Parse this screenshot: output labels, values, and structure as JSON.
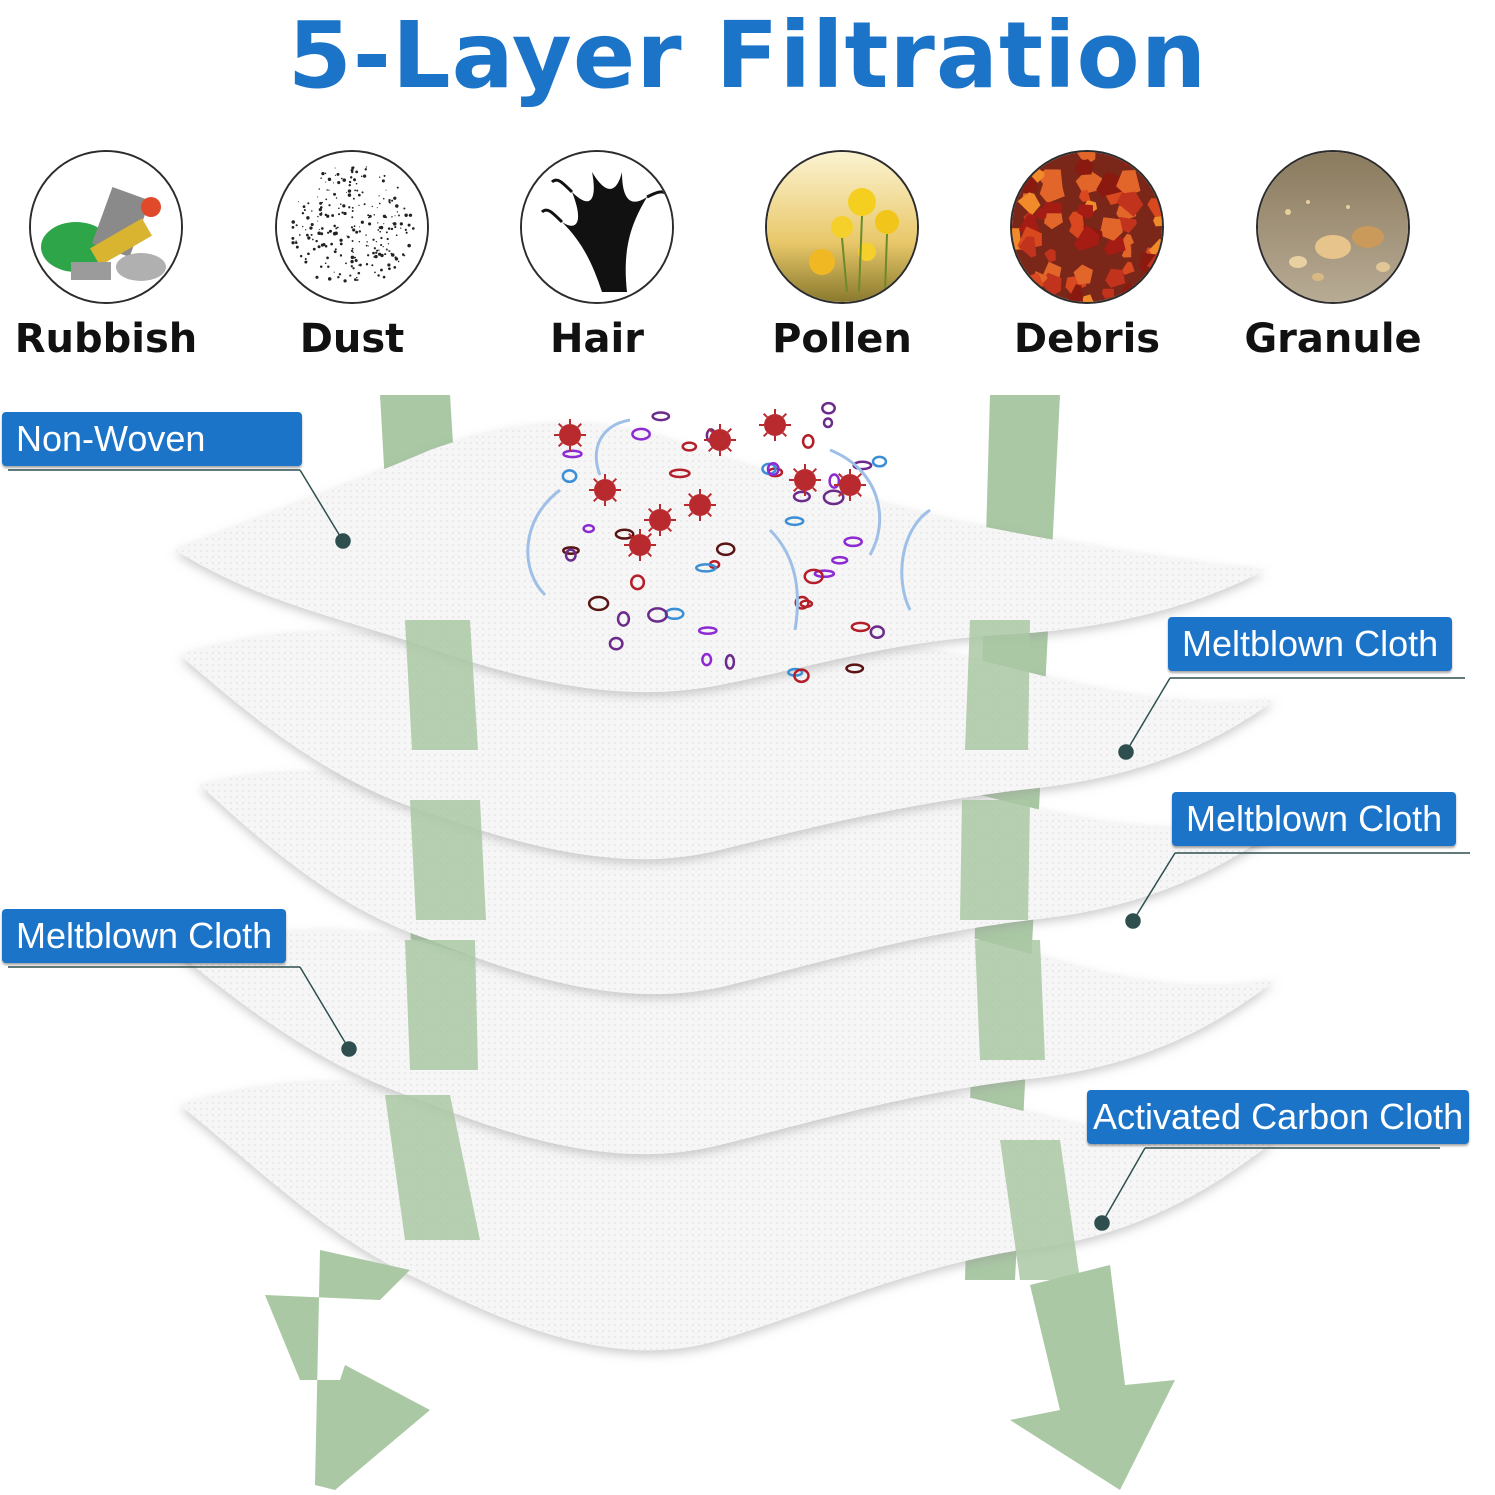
{
  "title": "5-Layer Filtration",
  "contaminants": [
    {
      "label": "Rubbish",
      "icon": "rubbish-photo-icon"
    },
    {
      "label": "Dust",
      "icon": "dust-photo-icon"
    },
    {
      "label": "Hair",
      "icon": "hair-photo-icon"
    },
    {
      "label": "Pollen",
      "icon": "pollen-photo-icon"
    },
    {
      "label": "Debris",
      "icon": "debris-photo-icon"
    },
    {
      "label": "Granule",
      "icon": "granule-photo-icon"
    }
  ],
  "layers": [
    {
      "label": "Non-Woven"
    },
    {
      "label": "Meltblown Cloth"
    },
    {
      "label": "Meltblown Cloth"
    },
    {
      "label": "Meltblown Cloth"
    },
    {
      "label": "Activated Carbon Cloth"
    }
  ],
  "colors": {
    "title": "#1c74c9",
    "callout": "#1c74c9",
    "arrow": "#a9c8a3",
    "leader": "#2f4f4f",
    "sheet": "#f4f4f4"
  }
}
